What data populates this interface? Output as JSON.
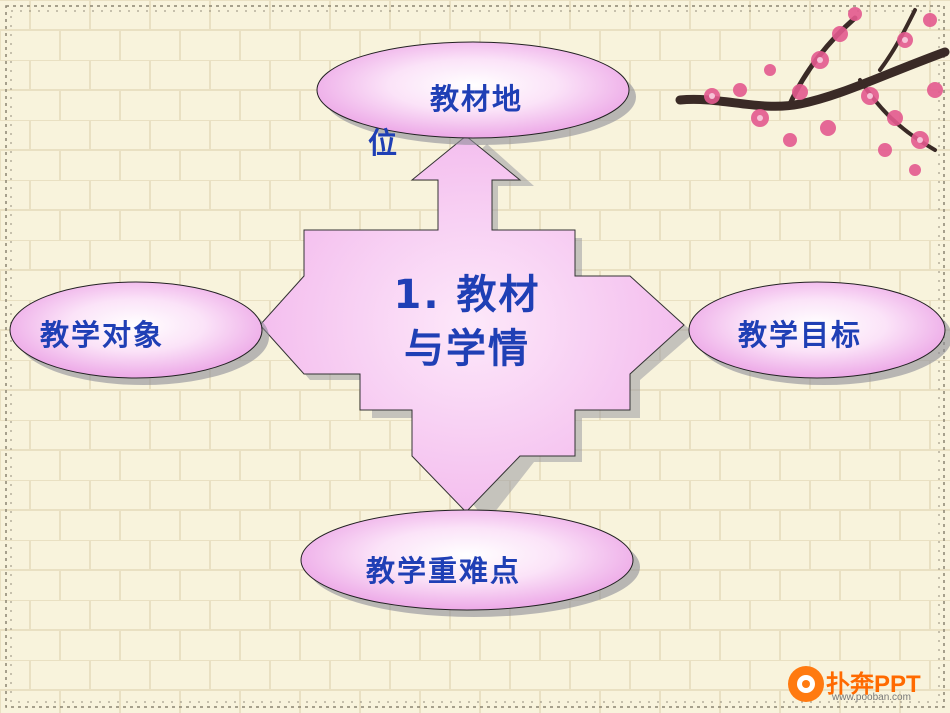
{
  "diagram": {
    "center": {
      "line1": "1. 教材",
      "line2": "与学情"
    },
    "nodes": {
      "top": {
        "text_a": "教材地",
        "text_b": "位"
      },
      "left": "教学对象",
      "right": "教学目标",
      "bottom": "教学重难点"
    }
  },
  "watermark": {
    "brand": "扑奔PPT",
    "url": "www.pooban.com"
  },
  "colors": {
    "accent_text": "#1f3fb5",
    "node_fill_light": "#ffffff",
    "node_fill_dark": "#ec9ee6",
    "arrow_fill": "#f7c8f0",
    "outline": "#222222",
    "background": "#f7f1d8",
    "brick_line": "#e6dcbc",
    "blossom": "#e45a8f"
  }
}
